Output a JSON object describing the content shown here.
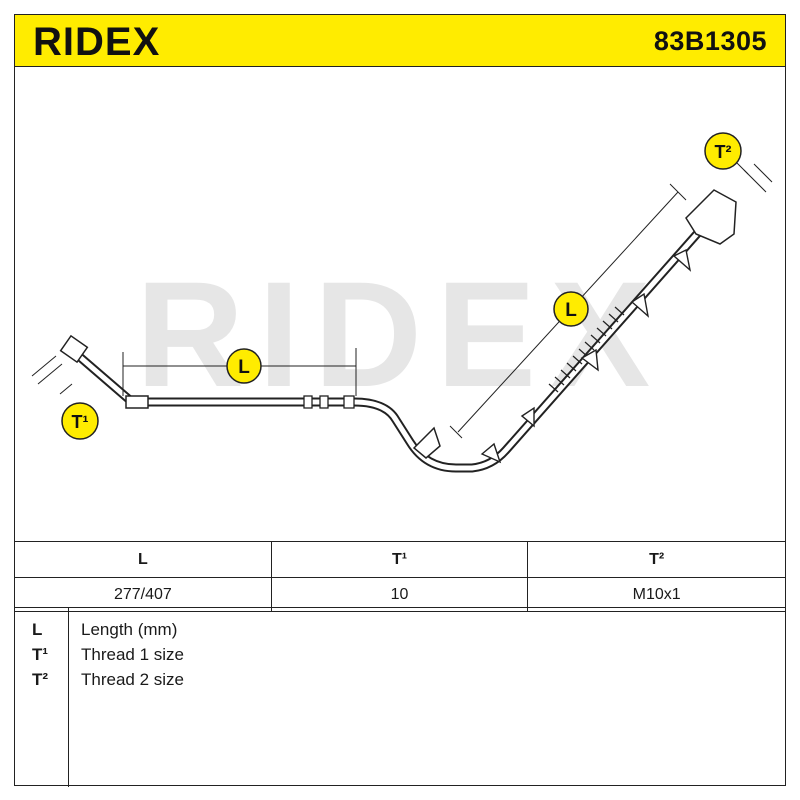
{
  "brand": "RIDEX",
  "part_number": "83B1305",
  "drawing": {
    "watermark": "RIDEX",
    "labels": {
      "L_left": "L",
      "L_right": "L",
      "T1": "T¹",
      "T2": "T²"
    }
  },
  "spec_table": {
    "headers": [
      "L",
      "T¹",
      "T²"
    ],
    "values": [
      "277/407",
      "10",
      "M10x1"
    ]
  },
  "legend": [
    {
      "symbol": "L",
      "description": "Length (mm)"
    },
    {
      "symbol": "T¹",
      "description": "Thread 1 size"
    },
    {
      "symbol": "T²",
      "description": "Thread 2 size"
    }
  ],
  "colors": {
    "header_bg": "#ffec00",
    "badge_bg": "#ffec00",
    "watermark": "#e6e6e6",
    "line": "#222222"
  }
}
